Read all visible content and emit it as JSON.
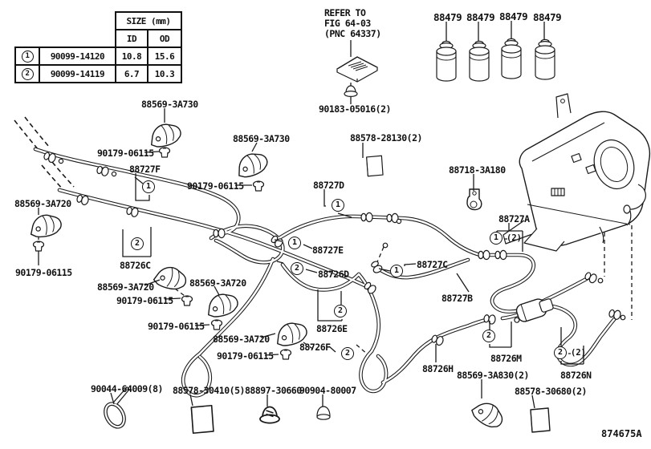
{
  "doc": {
    "code": "874675A"
  },
  "size_table": {
    "title": "SIZE (mm)",
    "col_id": "ID",
    "col_od": "OD",
    "rows": [
      {
        "ref": "1",
        "part": "90099-14120",
        "id_mm": "10.8",
        "od_mm": "15.6"
      },
      {
        "ref": "2",
        "part": "90099-14119",
        "id_mm": "6.7",
        "od_mm": "10.3"
      }
    ]
  },
  "refer_note": {
    "line1": "REFER TO",
    "line2": "FIG 64-03",
    "line3": "(PNC 64337)"
  },
  "canisters": {
    "labels": [
      "88479",
      "88479",
      "88479",
      "88479"
    ]
  },
  "labels": [
    {
      "text": "88569-3A730"
    },
    {
      "text": "90179-06115"
    },
    {
      "text": "88727F"
    },
    {
      "text": "88569-3A730"
    },
    {
      "text": "90179-06115"
    },
    {
      "text": "88727D"
    },
    {
      "text": "88578-28130(2)"
    },
    {
      "text": "88718-3A180"
    },
    {
      "text": "88727A"
    },
    {
      "text": "88727E"
    },
    {
      "text": "88726D"
    },
    {
      "text": "88727C"
    },
    {
      "text": "88727B"
    },
    {
      "text": "88726E"
    },
    {
      "text": "88726F"
    },
    {
      "text": "88569-3A720"
    },
    {
      "text": "90179-06115"
    },
    {
      "text": "88726C"
    },
    {
      "text": "88569-3A720"
    },
    {
      "text": "90179-06115"
    },
    {
      "text": "88569-3A720"
    },
    {
      "text": "90179-06115"
    },
    {
      "text": "88569-3A720"
    },
    {
      "text": "90179-06115"
    },
    {
      "text": "88726H"
    },
    {
      "text": "88726M"
    },
    {
      "text": "88569-3A830(2)"
    },
    {
      "text": "88726N"
    },
    {
      "text": "88578-30680(2)"
    },
    {
      "text": "90044-64009(8)"
    },
    {
      "text": "88578-30410(5)"
    },
    {
      "text": "88897-30660"
    },
    {
      "text": "90904-80007"
    },
    {
      "text": "90183-05016(2)"
    }
  ],
  "callouts": [
    {
      "num": "1"
    },
    {
      "num": "2"
    },
    {
      "num": "1"
    },
    {
      "num": "1"
    },
    {
      "num": "2"
    },
    {
      "num": "1"
    },
    {
      "num": "2"
    },
    {
      "num": "2"
    },
    {
      "num": "1",
      "suffix": "(2)"
    },
    {
      "num": "2"
    },
    {
      "num": "2",
      "suffix": "(2)"
    }
  ]
}
